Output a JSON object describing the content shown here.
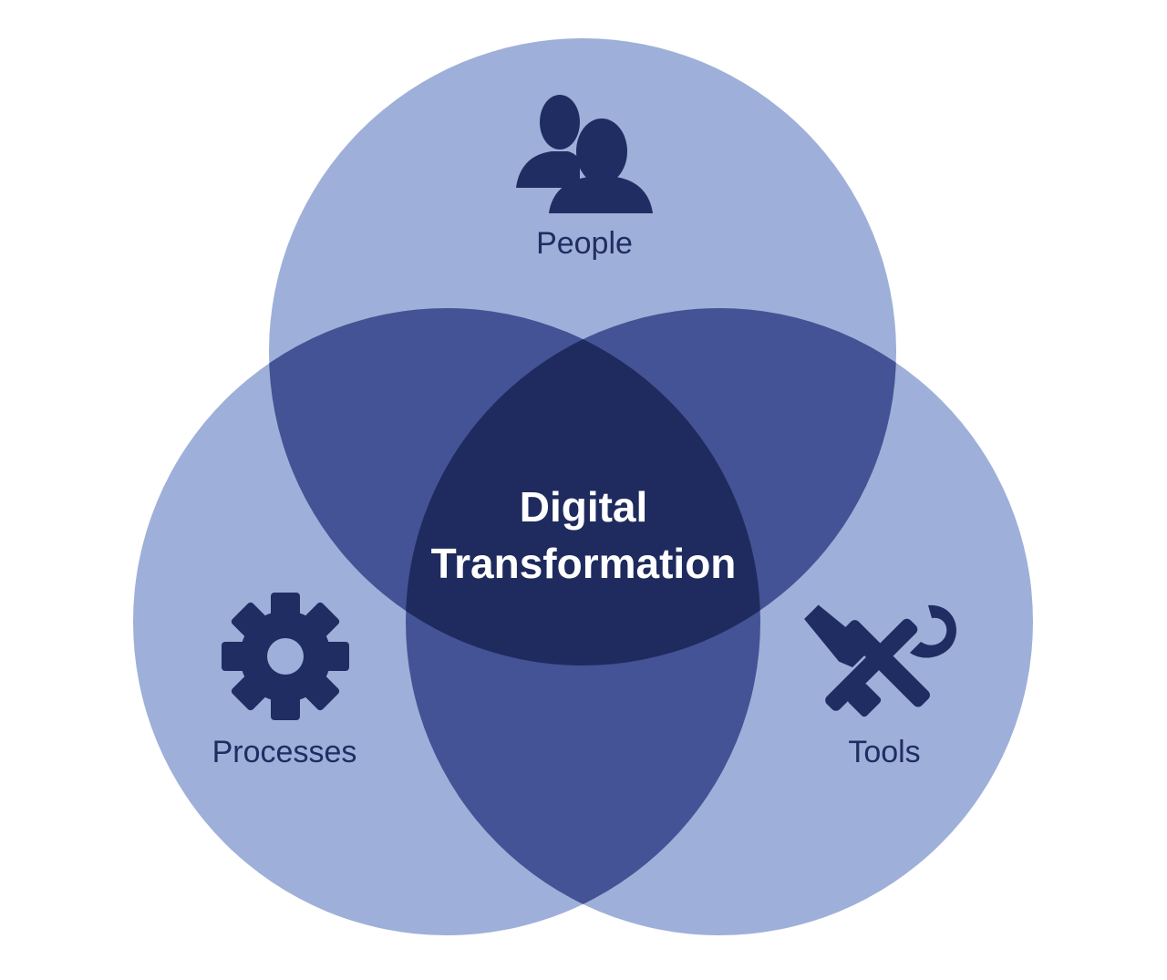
{
  "colors": {
    "circle_base": "#9eb0d9",
    "pair_overlap": "#435395",
    "triple_overlap": "#1f2b5e",
    "label_text": "#1f2d62",
    "center_text": "#ffffff"
  },
  "sets": [
    {
      "id": "people",
      "label": "People",
      "icon": "people-icon"
    },
    {
      "id": "processes",
      "label": "Processes",
      "icon": "gear-icon"
    },
    {
      "id": "tools",
      "label": "Tools",
      "icon": "hammer-wrench-icon"
    }
  ],
  "center": {
    "line1": "Digital",
    "line2": "Transformation"
  }
}
